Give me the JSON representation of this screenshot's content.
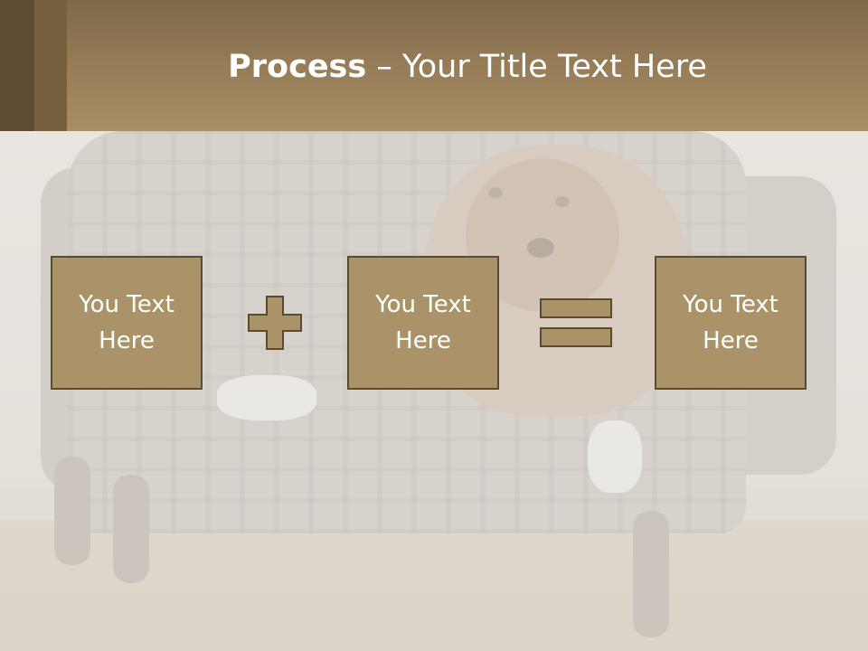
{
  "slide": {
    "title_bold": "Process",
    "title_rest": " – Your Title Text Here",
    "background_image": "dog-on-torn-armchair"
  },
  "process": {
    "boxes": [
      {
        "label_line1": "You Text",
        "label_line2": "Here"
      },
      {
        "label_line1": "You Text",
        "label_line2": "Here"
      },
      {
        "label_line1": "You Text",
        "label_line2": "Here"
      }
    ],
    "operators": [
      "plus-icon",
      "equals-icon"
    ]
  },
  "colors": {
    "header": "#947b56",
    "box_fill": "#ab9369",
    "box_border": "#5a4a31",
    "text": "#ffffff"
  }
}
